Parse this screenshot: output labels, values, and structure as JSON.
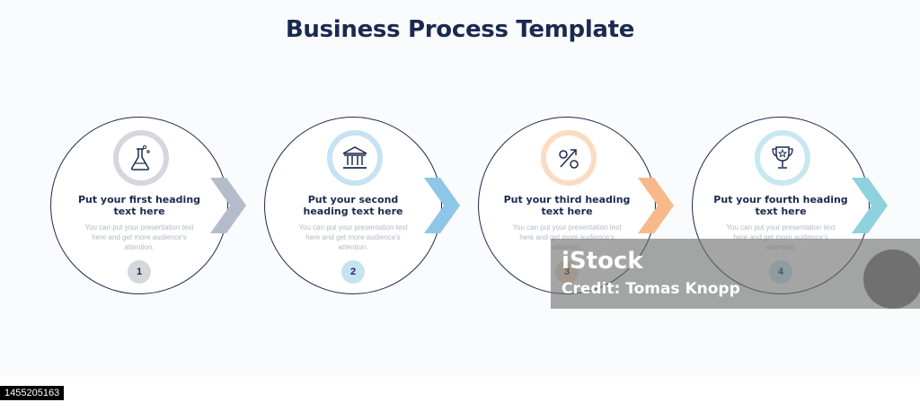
{
  "title": "Business Process Template",
  "steps": [
    {
      "heading": "Put your first heading text here",
      "body": "You can put your presentation text here and get more audience's attention.",
      "number": "1",
      "icon": "flask-icon",
      "color": "#d4d7de"
    },
    {
      "heading": "Put your second heading text here",
      "body": "You can put your presentation text here and get more audience's attention.",
      "number": "2",
      "icon": "bank-icon",
      "color": "#c6e2f3"
    },
    {
      "heading": "Put your third heading text here",
      "body": "You can put your presentation text here and get more audience's attention.",
      "number": "3",
      "icon": "percent-icon",
      "color": "#fbdcc3"
    },
    {
      "heading": "Put your fourth heading text here",
      "body": "You can put your presentation text here and get more audience's attention.",
      "number": "4",
      "icon": "trophy-icon",
      "color": "#c6e8ee"
    }
  ],
  "chevron_colors": [
    "#b5bcc9",
    "#8ec6e8",
    "#f7b98a",
    "#8dd2dc"
  ],
  "watermark": {
    "logo": "iStock",
    "credit": "Credit: Tomas Knopp"
  },
  "image_id": "1455205163"
}
